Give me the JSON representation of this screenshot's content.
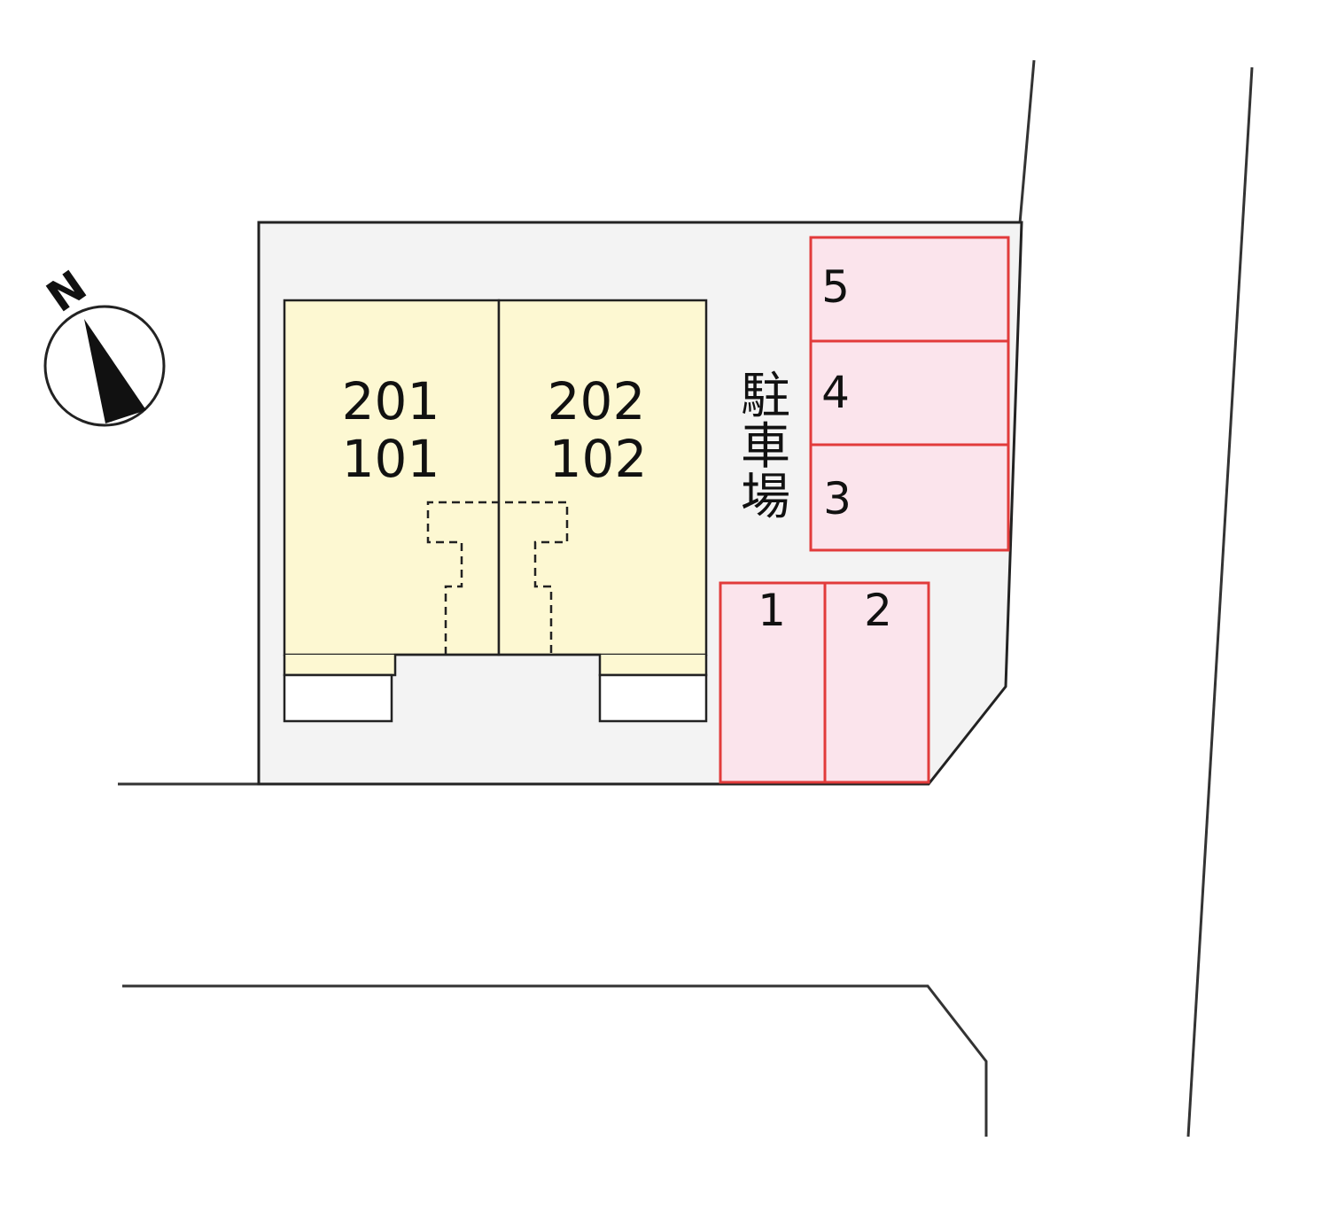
{
  "units": [
    {
      "upper": "201",
      "lower": "101"
    },
    {
      "upper": "202",
      "lower": "102"
    }
  ],
  "parking": {
    "label_chars": [
      "駐",
      "車",
      "場"
    ],
    "spaces": [
      "5",
      "4",
      "3",
      "1",
      "2"
    ]
  },
  "compass": {
    "label": "N"
  },
  "colors": {
    "lot_fill": "#f3f3f3",
    "building_fill": "#fdf8d2",
    "parking_fill": "#fbe4ec",
    "parking_stroke": "#e23b3b",
    "line": "#222222"
  }
}
